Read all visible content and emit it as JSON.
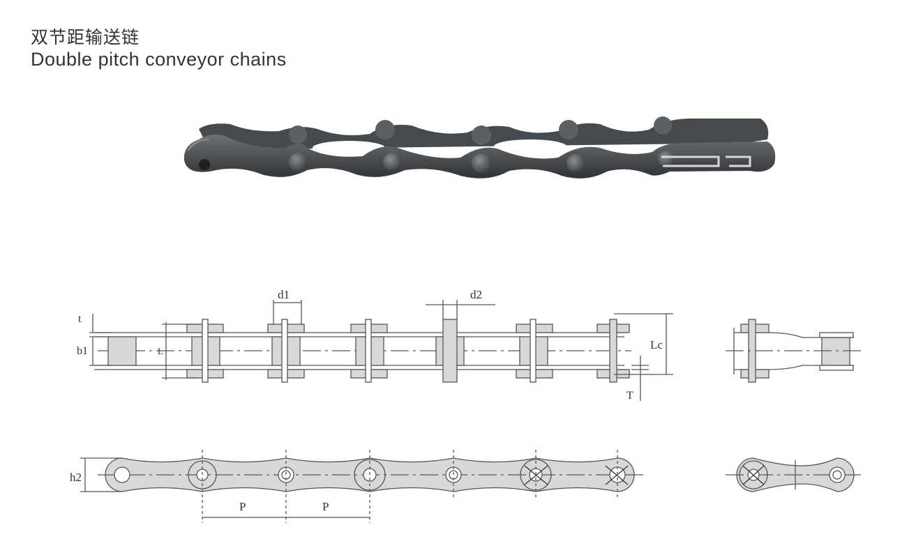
{
  "title": {
    "cn": "双节距输送链",
    "en": "Double pitch conveyor chains"
  },
  "photo": {
    "name": "chain-photo"
  },
  "diagram_labels": {
    "t": "t",
    "b1": "b1",
    "L": "L",
    "d1": "d1",
    "d2": "d2",
    "Lc": "Lc",
    "T": "T",
    "h2": "h2",
    "P1": "P",
    "P2": "P"
  },
  "colors": {
    "plate_fill": "#d8d8d8",
    "line": "#555555",
    "photo_metal": "#4e5257"
  }
}
